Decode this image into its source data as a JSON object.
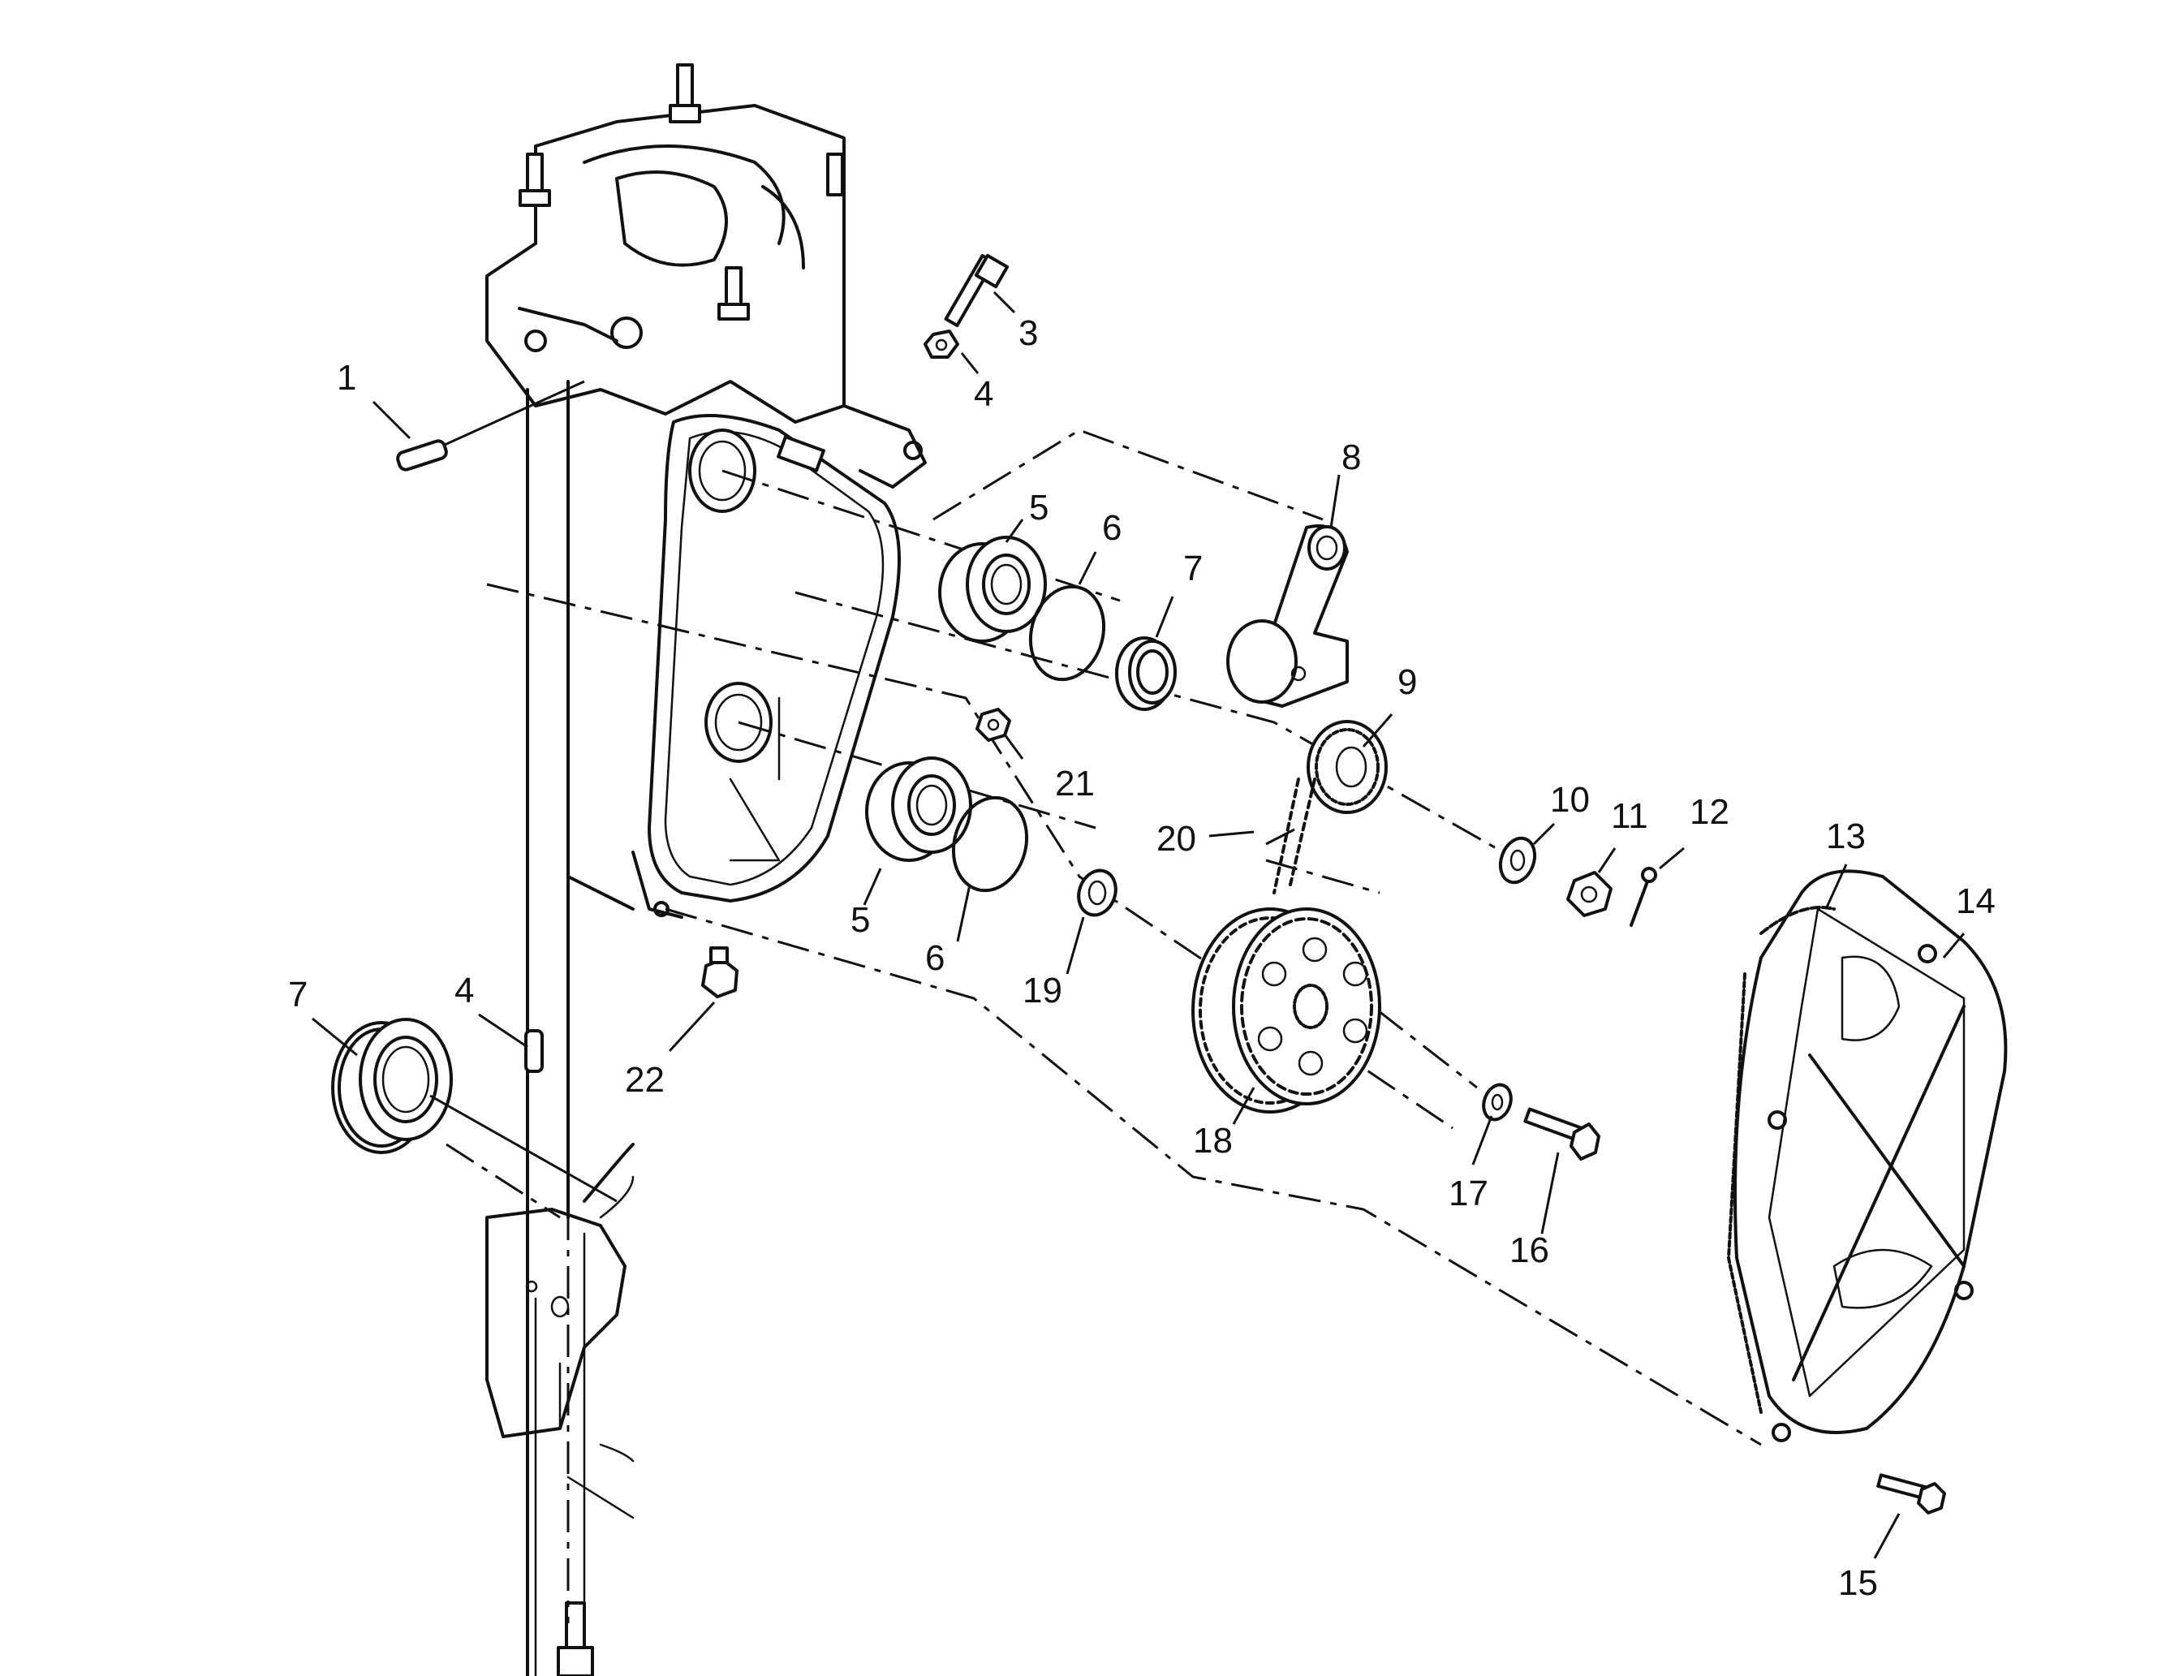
{
  "callouts": {
    "c1": "1",
    "c3": "3",
    "c4a": "4",
    "c4b": "4",
    "c5a": "5",
    "c5b": "5",
    "c6a": "6",
    "c6b": "6",
    "c7a": "7",
    "c7b": "7",
    "c8": "8",
    "c9": "9",
    "c10": "10",
    "c11": "11",
    "c12": "12",
    "c13": "13",
    "c14": "14",
    "c15": "15",
    "c16": "16",
    "c17": "17",
    "c18": "18",
    "c19": "19",
    "c20": "20",
    "c21": "21",
    "c22": "22"
  }
}
